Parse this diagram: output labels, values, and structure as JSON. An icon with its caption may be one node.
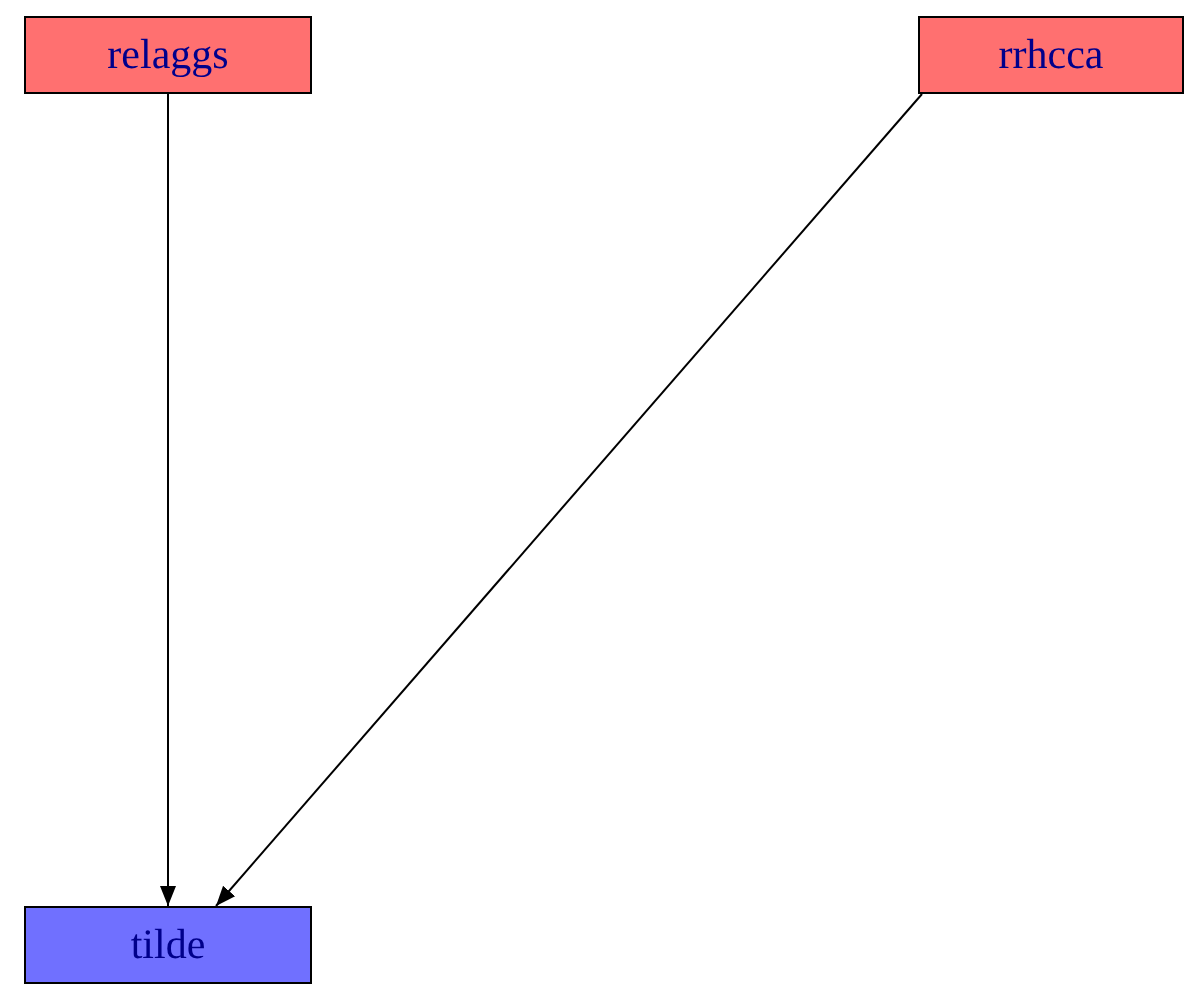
{
  "diagram": {
    "nodes": [
      {
        "text": [
          "relaggs"
        ]
      },
      {
        "text": [
          "rrhcca"
        ]
      },
      {
        "text": [
          "tilde"
        ]
      }
    ],
    "edges": [
      {
        "from": 0,
        "to": 2,
        "arrow": "to"
      },
      {
        "from": 1,
        "to": 2,
        "arrow": "to"
      }
    ]
  }
}
